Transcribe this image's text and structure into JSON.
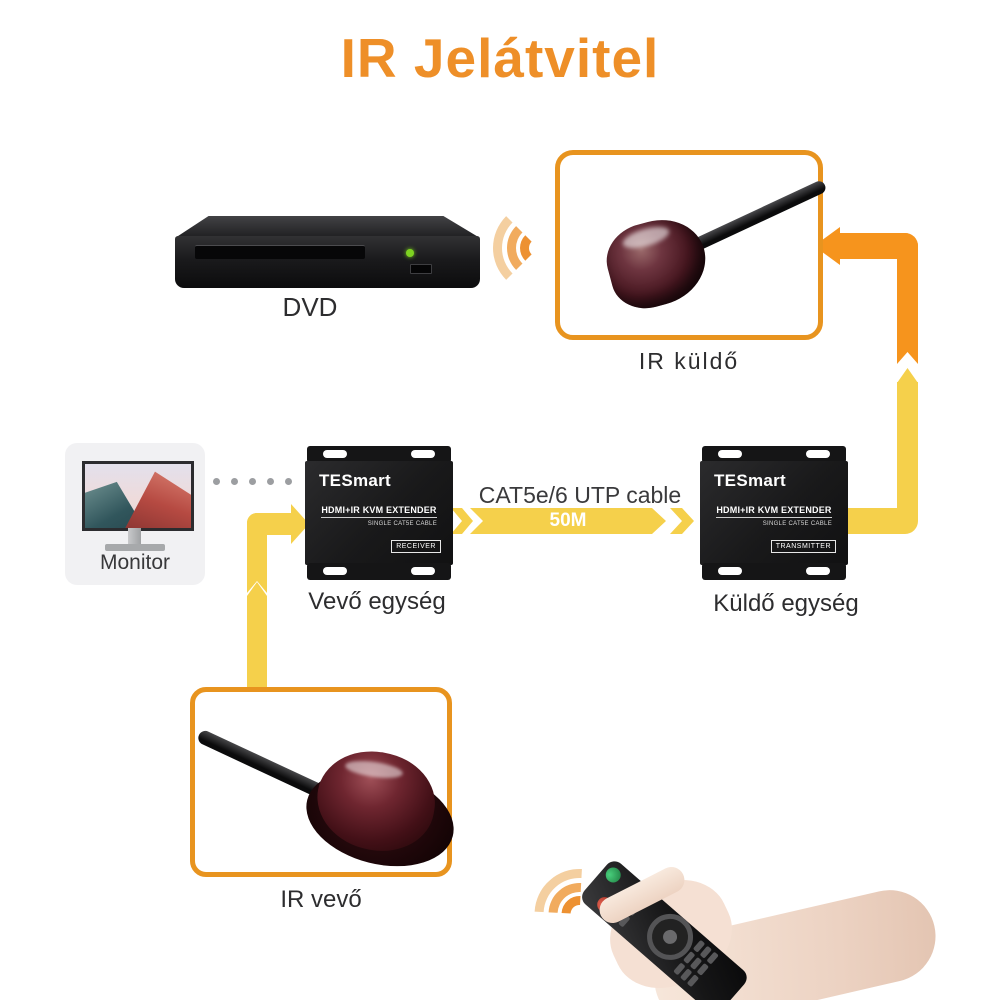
{
  "title": "IR Jelátvitel",
  "labels": {
    "dvd": "DVD",
    "ir_sender": "IR küldő",
    "monitor": "Monitor",
    "receiver_unit": "Vevő egység",
    "transmitter_unit": "Küldő egység",
    "ir_receiver": "IR vevő"
  },
  "cable": {
    "type": "CAT5e/6 UTP cable",
    "length": "50M"
  },
  "devices": {
    "receiver": {
      "brand": "TESmart",
      "model": "HDMI+IR KVM EXTENDER",
      "cable_note": "SINGLE CAT5E CABLE",
      "badge": "RECEIVER"
    },
    "transmitter": {
      "brand": "TESmart",
      "model": "HDMI+IR KVM EXTENDER",
      "cable_note": "SINGLE CAT5E CABLE",
      "badge": "TRANSMITTER"
    }
  },
  "colors": {
    "accent_orange": "#ee8f28",
    "band_yellow": "#f5d04b",
    "band_orange": "#f6941d",
    "box_border_orange": "#e8941f"
  }
}
